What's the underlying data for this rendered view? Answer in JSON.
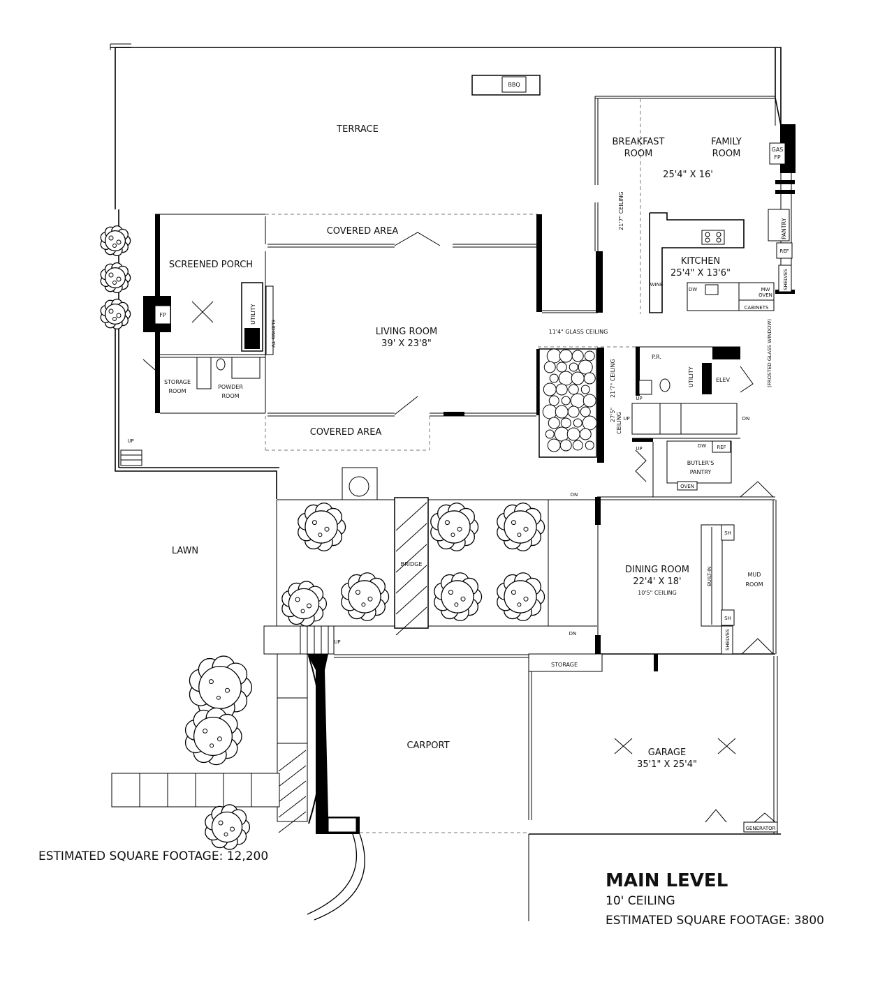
{
  "labels": {
    "terrace": "TERRACE",
    "bbq": "BBQ",
    "breakfast": "BREAKFAST",
    "breakfast_room": "ROOM",
    "family": "FAMILY",
    "family_room": "ROOM",
    "family_dims": "25'4\" X 16'",
    "gas": "GAS",
    "fp_gas": "FP",
    "ceiling_217_a": "21'7\" CEILING",
    "pantry": "PANTRY",
    "ref_kitchen": "REF",
    "shelves_kitchen": "SHELVES",
    "kitchen": "KITCHEN",
    "kitchen_dims": "25'4\" X 13'6\"",
    "wine": "WINE",
    "dw_kitchen": "DW",
    "mw": "MW",
    "mw_oven": "OVEN",
    "cabinets": "CABINETS",
    "covered_area_top": "COVERED AREA",
    "screened_porch": "SCREENED PORCH",
    "fp_porch": "FP",
    "utility_porch": "UTILITY",
    "sliding_tv": "SLIDING TV",
    "living_room": "LIVING ROOM",
    "living_dims": "39' X 23'8\"",
    "glass_ceiling": "11'4\" GLASS CEILING",
    "storage_room": "STORAGE",
    "storage_room_2": "ROOM",
    "powder_room": "POWDER",
    "powder_room_2": "ROOM",
    "covered_area_bottom": "COVERED AREA",
    "ceiling_217_b": "21'7\" CEILING",
    "ceiling_275": "27'5\"",
    "ceiling_275_b": "CEILING",
    "pr": "P.R.",
    "utility_core": "UTILITY",
    "elev": "ELEV",
    "frosted": "(FROSTED GLASS WINDOW)",
    "up_1": "UP",
    "up_2": "UP",
    "up_3": "UP",
    "dn_stair": "DN",
    "dw_butler": "DW",
    "ref_butler": "REF",
    "butlers": "BUTLER'S",
    "butlers_2": "PANTRY",
    "oven_butler": "OVEN",
    "up_lawn": "UP",
    "lawn": "LAWN",
    "dn_top": "DN",
    "dn_bottom": "DN",
    "bridge": "BRIDGE",
    "dining_room": "DINING ROOM",
    "dining_dims": "22'4' X 18'",
    "dining_ceiling": "10'5\" CEILING",
    "built_in": "BUILT-IN",
    "sh_1": "SH",
    "sh_2": "SH",
    "mud": "MUD",
    "mud_room": "ROOM",
    "shelves_mud": "SHELVES",
    "up_carport": "UP",
    "storage_small": "STORAGE",
    "carport": "CARPORT",
    "garage": "GARAGE",
    "garage_dims": "35'1\" X 25'4\"",
    "generator": "GENERATOR",
    "main_level": "MAIN LEVEL",
    "ceiling_main": "10' CEILING",
    "est_main": "ESTIMATED SQUARE FOOTAGE: 3800",
    "est_total": "ESTIMATED SQUARE FOOTAGE: 12,200"
  }
}
